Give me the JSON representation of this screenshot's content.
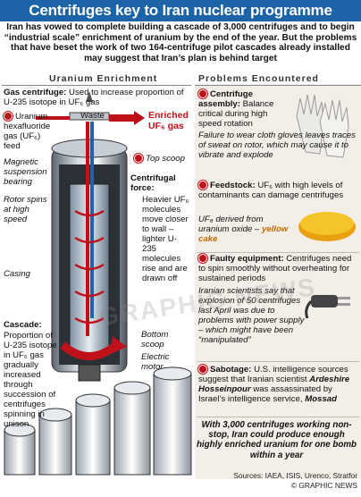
{
  "title": "Centrifuges key to Iran nuclear programme",
  "intro": "Iran has vowed to complete building a cascade of 3,000 centrifuges and to begin “industrial scale” enrichment of uranium by the end of the year. But the problems that have beset the work of two 164-centrifuge pilot cascades already installed may suggest that Iran’s plan is behind target",
  "left": {
    "heading": "Uranium Enrichment",
    "gas_label": "Gas centrifuge:",
    "gas_text": "Used to increase proportion of U-235 isotope in UF₆ gas",
    "feed": "Uranium hexafluoride gas (UF₆) feed",
    "feed_italic": "(UF₆)",
    "waste": "Waste",
    "enriched": "Enriched UF₆ gas",
    "top_scoop": "Top scoop",
    "magnetic": "Magnetic suspension bearing",
    "rotor": "Rotor spins at high speed",
    "force_label": "Centrifugal force:",
    "force_text": "Heavier UF₆ molecules move closer to wall – lighter U-235 molecules rise and are drawn off",
    "casing": "Casing",
    "bottom_scoop": "Bottom scoop",
    "motor": "Electric motor",
    "cascade_label": "Cascade:",
    "cascade_text": "Proportion of U-235 isotope in UF₆ gas gradually increased through succession of centrifuges spinning in unison"
  },
  "right": {
    "heading": "Problems Encountered",
    "p1_label": "Centrifuge assembly:",
    "p1_text": "Balance critical during high speed rotation",
    "p1_italic": "Failure to wear cloth gloves leaves traces of sweat on rotor, which may cause it to vibrate and explode",
    "p2_label": "Feedstock:",
    "p2_text": "UF₆ with high levels of contaminants can damage centrifuges",
    "p2_italic": "UF₆ derived from uranium oxide –",
    "p2_cake": "yellow cake",
    "p3_label": "Faulty equipment:",
    "p3_text": "Centrifuges need to spin smoothly without overheating for sustained periods",
    "p3_italic": "Iranian scientists say that explosion of 50 centrifuges last April was due to problems with power supply – which might have been “manipulated”",
    "p4_label": "Sabotage:",
    "p4_text": "U.S. intelligence sources suggest that Iranian scientist",
    "p4_name": "Ardeshire Hosseinpour",
    "p4_text2": "was assassinated by Israel’s intelligence service,",
    "p4_mossad": "Mossad"
  },
  "bottom_note": "With 3,000 centrifuges working non-stop, Iran could produce enough highly enriched uranium for one bomb within a year",
  "sources": "Sources: IAEA, ISIS, Urenco, Stratfor",
  "copyright": "© GRAPHIC NEWS",
  "watermark": "GRAPHIC NEWS",
  "colors": {
    "title_bg": "#1d63a8",
    "accent_red": "#c0101a",
    "panel": "#f3efe8"
  }
}
